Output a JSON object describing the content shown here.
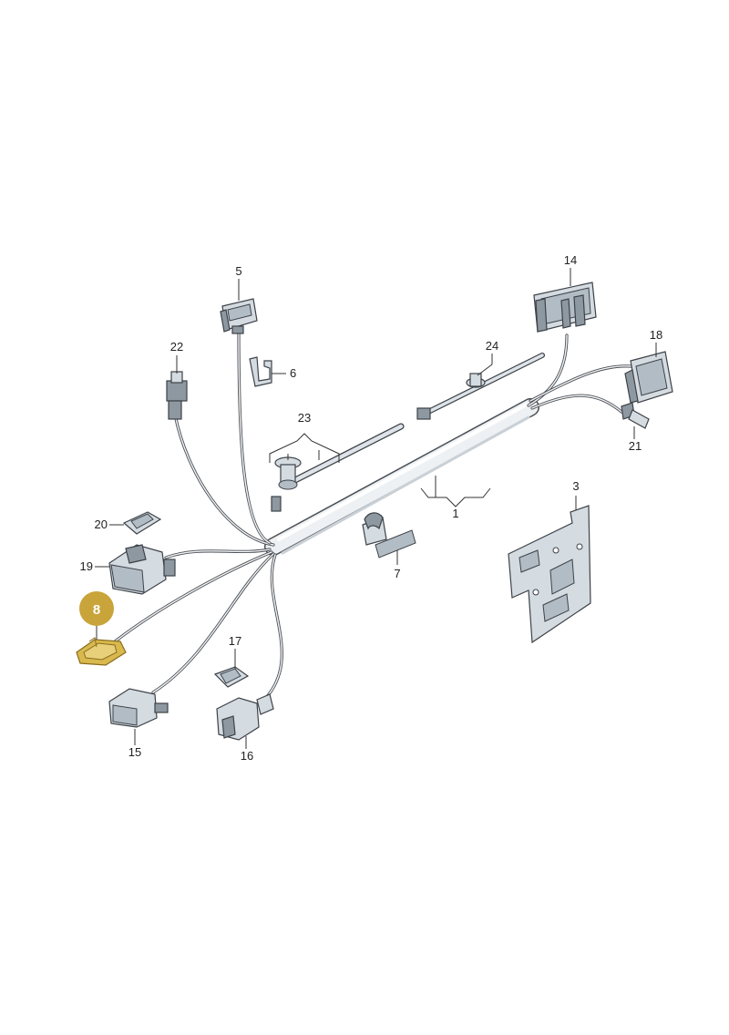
{
  "diagram": {
    "highlight": {
      "color": "#c9a43a",
      "label_color": "#ffffff",
      "part_color": "#d9b94e"
    },
    "labels": {
      "p1": "1",
      "p3": "3",
      "p5": "5",
      "p6": "6",
      "p7": "7",
      "p8": "8",
      "p14": "14",
      "p15": "15",
      "p16": "16",
      "p17": "17",
      "p18": "18",
      "p19": "19",
      "p20": "20",
      "p21": "21",
      "p22": "22",
      "p23": "23",
      "p24": "24"
    }
  }
}
